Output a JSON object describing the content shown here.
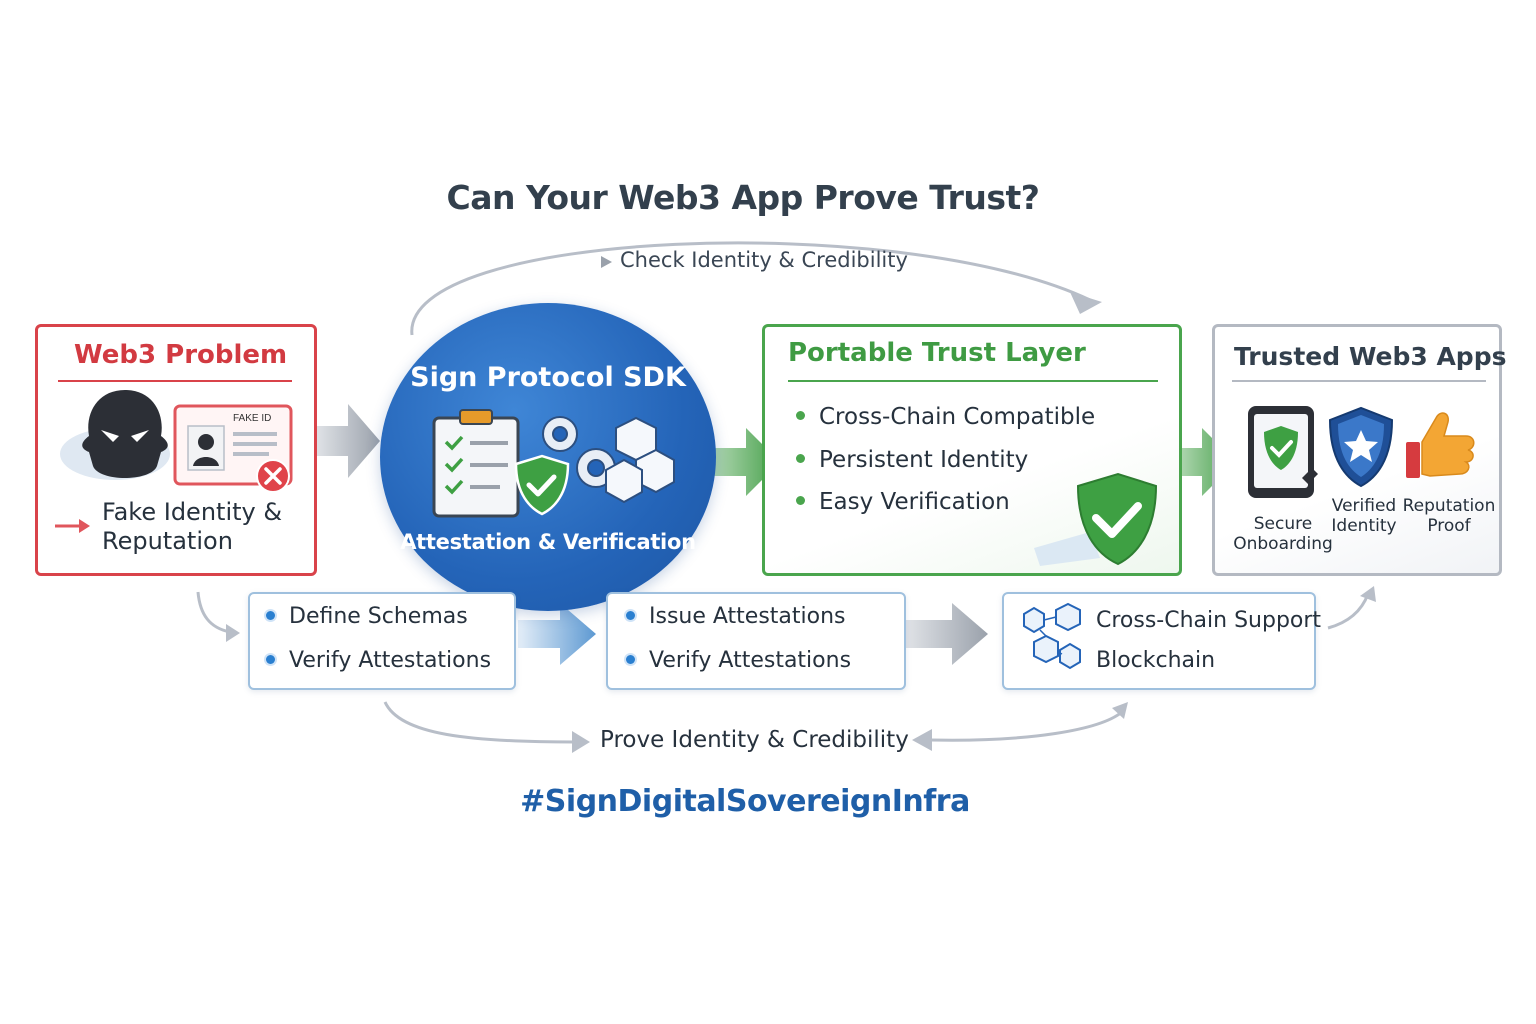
{
  "title": "Can Your Web3 App Prove Trust?",
  "top_arc_label": "Check Identity & Credibility",
  "problem": {
    "title": "Web3 Problem",
    "card_label": "FAKE ID",
    "label_line1": "Fake Identity &",
    "label_line2": "Reputation"
  },
  "sdk": {
    "title": "Sign Protocol SDK",
    "subtitle": "Attestation & Verification"
  },
  "trust_layer": {
    "title": "Portable Trust Layer",
    "bullets": [
      "Cross-Chain Compatible",
      "Persistent Identity",
      "Easy Verification"
    ]
  },
  "apps": {
    "title": "Trusted Web3 Apps",
    "items": [
      {
        "line1": "Secure",
        "line2": "Onboarding"
      },
      {
        "line1": "Verified",
        "line2": "Identity"
      },
      {
        "line1": "Reputation",
        "line2": "Proof"
      }
    ]
  },
  "steps": [
    {
      "lines": [
        "Define Schemas",
        "Verify Attestations"
      ]
    },
    {
      "lines": [
        "Issue Attestations",
        "Verify Attestations"
      ]
    },
    {
      "lines": [
        "Cross-Chain Support",
        "Blockchain"
      ]
    }
  ],
  "bottom_arc_label": "Prove Identity & Credibility",
  "hashtag": "#SignDigitalSovereignInfra",
  "colors": {
    "problem_red": "#d9434a",
    "sdk_blue": "#2464b8",
    "trust_green": "#4aa54d",
    "hashtag_blue": "#1f5fa8"
  }
}
